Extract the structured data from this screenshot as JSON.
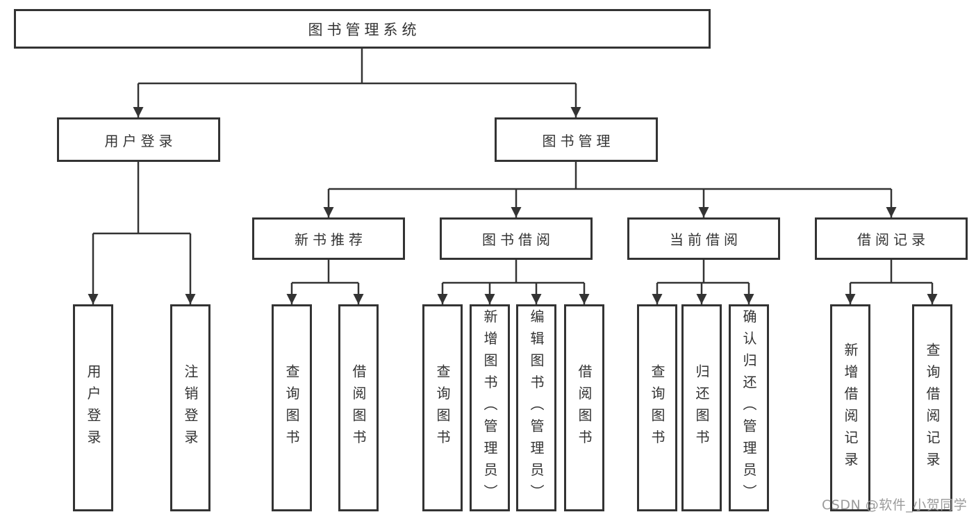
{
  "page": {
    "background": "#ffffff"
  },
  "colors": {
    "line": "#333333",
    "box_border": "#333333",
    "text": "#333333",
    "watermark_text": "#9b9b9b"
  },
  "nodes": {
    "root": {
      "label": "图书管理系统"
    },
    "level2": [
      {
        "label": "用户登录"
      },
      {
        "label": "图书管理"
      }
    ],
    "level3": [
      {
        "label": "新书推荐",
        "parent": "图书管理"
      },
      {
        "label": "图书借阅",
        "parent": "图书管理"
      },
      {
        "label": "当前借阅",
        "parent": "图书管理"
      },
      {
        "label": "借阅记录",
        "parent": "图书管理"
      }
    ],
    "leaves": [
      {
        "label": "用户登录",
        "parent": "用户登录"
      },
      {
        "label": "注销登录",
        "parent": "用户登录"
      },
      {
        "label": "查询图书",
        "parent": "新书推荐"
      },
      {
        "label": "借阅图书",
        "parent": "新书推荐"
      },
      {
        "label": "查询图书",
        "parent": "图书借阅"
      },
      {
        "label": "新增图书（管理员）",
        "parent": "图书借阅"
      },
      {
        "label": "编辑图书（管理员）",
        "parent": "图书借阅"
      },
      {
        "label": "借阅图书",
        "parent": "图书借阅"
      },
      {
        "label": "查询图书",
        "parent": "当前借阅"
      },
      {
        "label": "归还图书",
        "parent": "当前借阅"
      },
      {
        "label": "确认归还（管理员）",
        "parent": "当前借阅"
      },
      {
        "label": "新增借阅记录",
        "parent": "借阅记录"
      },
      {
        "label": "查询借阅记录",
        "parent": "借阅记录"
      }
    ]
  },
  "watermark": {
    "text": "CSDN @软件_小贺同学"
  }
}
